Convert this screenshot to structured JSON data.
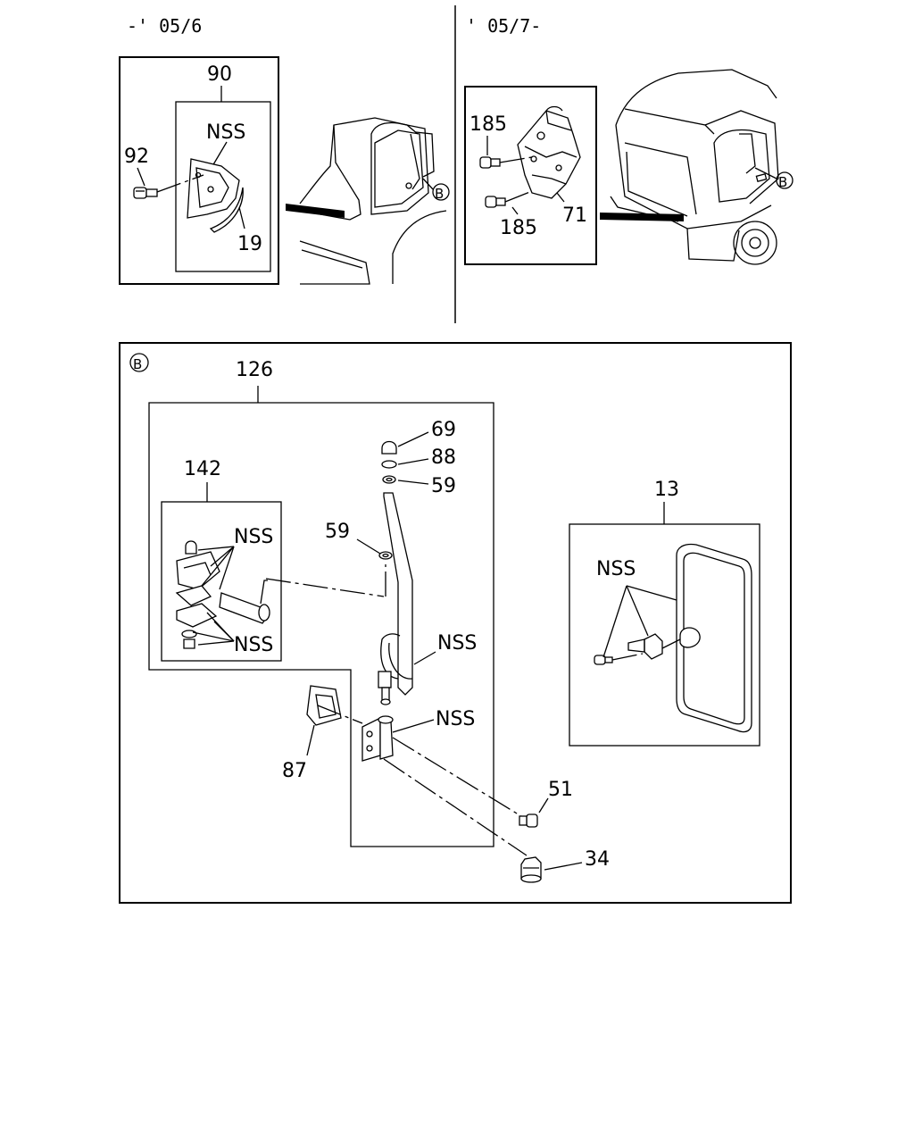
{
  "headers": {
    "left_period": "-' 05/6",
    "right_period": "' 05/7-"
  },
  "callout_ref": "B",
  "labels": {
    "p90": "90",
    "p92": "92",
    "p19": "19",
    "nss": "NSS",
    "p185a": "185",
    "p185b": "185",
    "p71": "71",
    "p126": "126",
    "p142": "142",
    "p69": "69",
    "p88": "88",
    "p59a": "59",
    "p59b": "59",
    "p13": "13",
    "p87": "87",
    "p51": "51",
    "p34": "34"
  }
}
